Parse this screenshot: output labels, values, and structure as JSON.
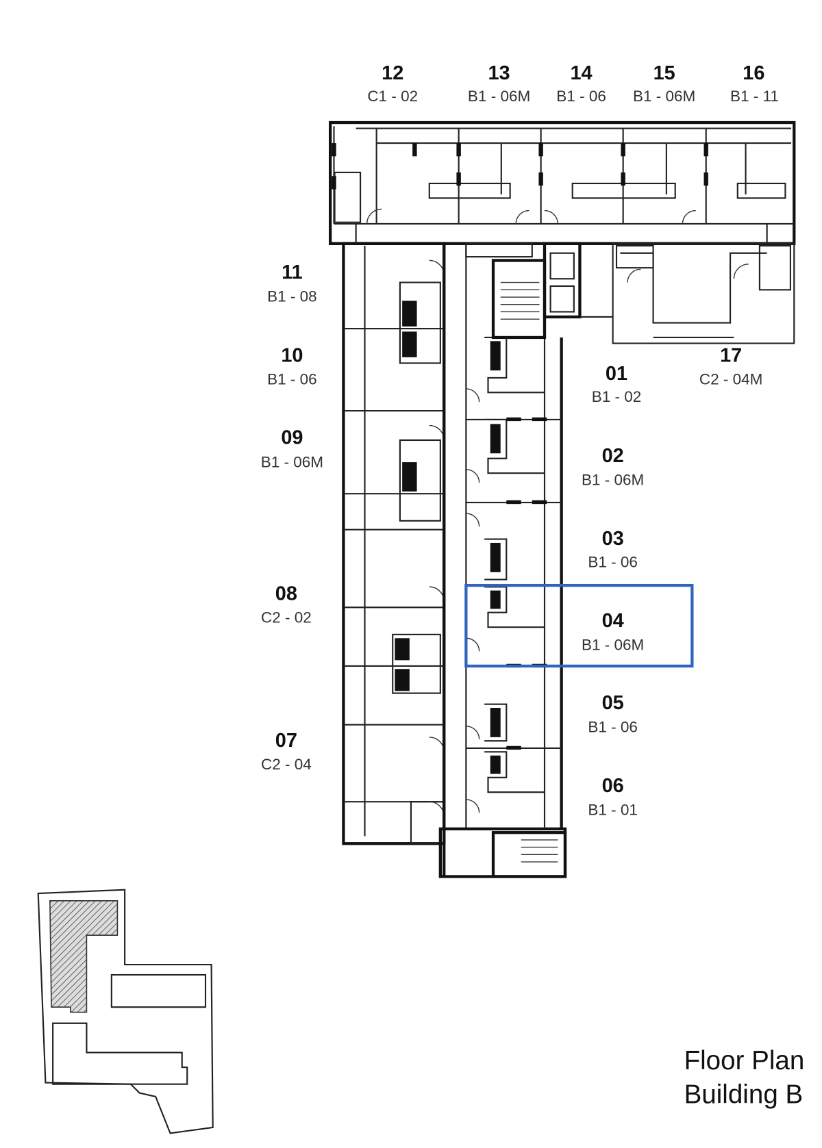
{
  "title": {
    "line1": "Floor Plan",
    "line2": "Building B"
  },
  "highlight_color": "#2f65c0",
  "selected_unit": "04",
  "units": {
    "u12": {
      "number": "12",
      "type": "C1 - 02"
    },
    "u13": {
      "number": "13",
      "type": "B1 - 06M"
    },
    "u14": {
      "number": "14",
      "type": "B1 - 06"
    },
    "u15": {
      "number": "15",
      "type": "B1 - 06M"
    },
    "u16": {
      "number": "16",
      "type": "B1 - 11"
    },
    "u11": {
      "number": "11",
      "type": "B1 - 08"
    },
    "u10": {
      "number": "10",
      "type": "B1 - 06"
    },
    "u09": {
      "number": "09",
      "type": "B1 - 06M"
    },
    "u08": {
      "number": "08",
      "type": "C2 - 02"
    },
    "u07": {
      "number": "07",
      "type": "C2 - 04"
    },
    "u17": {
      "number": "17",
      "type": "C2 - 04M"
    },
    "u01": {
      "number": "01",
      "type": "B1 - 02"
    },
    "u02": {
      "number": "02",
      "type": "B1 - 06M"
    },
    "u03": {
      "number": "03",
      "type": "B1 - 06"
    },
    "u04": {
      "number": "04",
      "type": "B1 - 06M"
    },
    "u05": {
      "number": "05",
      "type": "B1 - 06"
    },
    "u06": {
      "number": "06",
      "type": "B1 - 01"
    }
  }
}
